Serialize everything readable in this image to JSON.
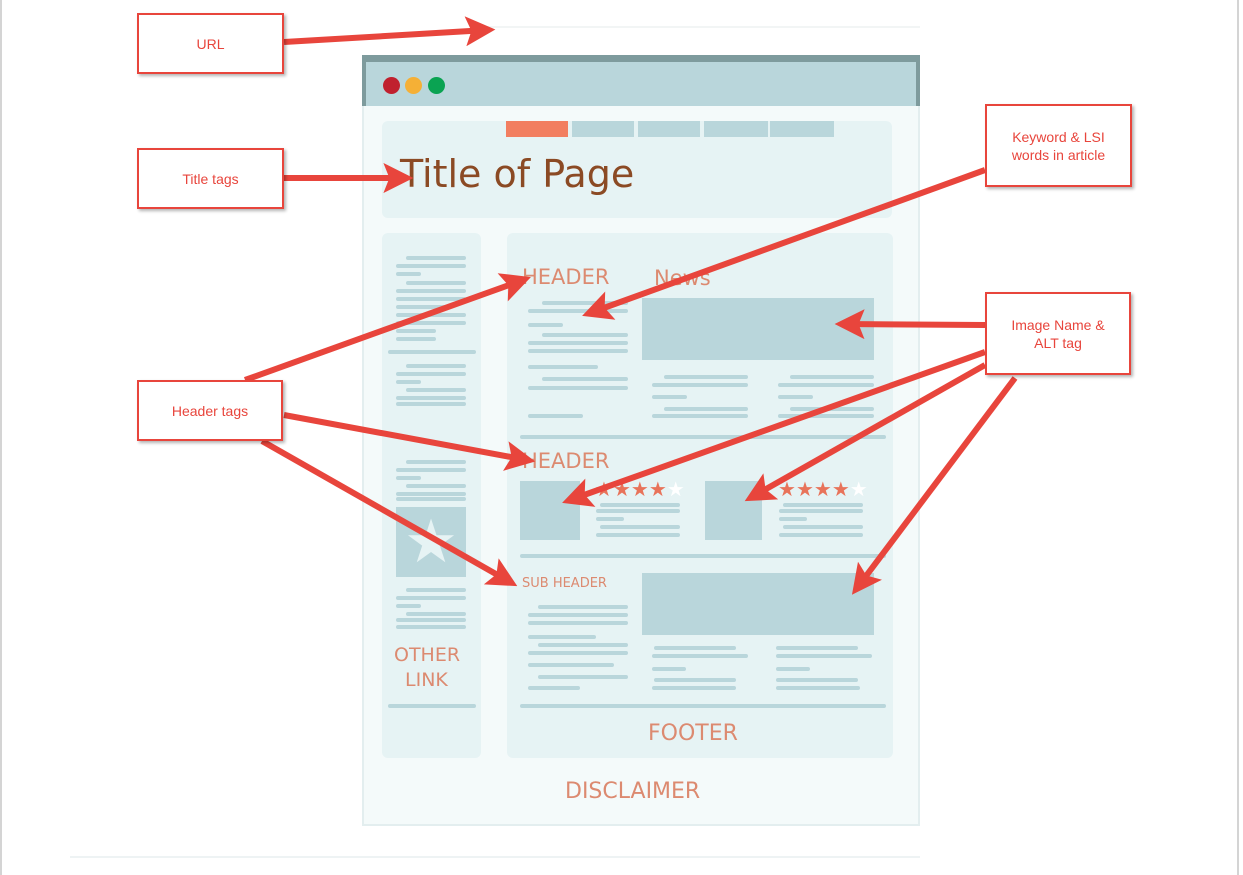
{
  "mockup": {
    "page_title": "Title of Page",
    "header_1": "HEADER",
    "news": "News",
    "header_2": "HEADER",
    "sub_header": "SUB HEADER",
    "other_link_1": "OTHER",
    "other_link_2": "LINK",
    "footer": "FOOTER",
    "disclaimer": "DISCLAIMER",
    "window_dots": [
      "#c0202e",
      "#f5b036",
      "#0aa352"
    ],
    "rating_1": 4,
    "rating_2": 4,
    "rating_max": 5
  },
  "callouts": {
    "url": "URL",
    "title_tags": "Title tags",
    "keyword": "Keyword & LSI words in article",
    "image": "Image Name & ALT tag",
    "header_tags": "Header tags"
  },
  "colors": {
    "arrow": "#e8453c",
    "accent_tab": "#f27e60",
    "panel": "#e6f3f4",
    "placeholder": "#b9d6db",
    "heading_text": "#dc8a70"
  }
}
